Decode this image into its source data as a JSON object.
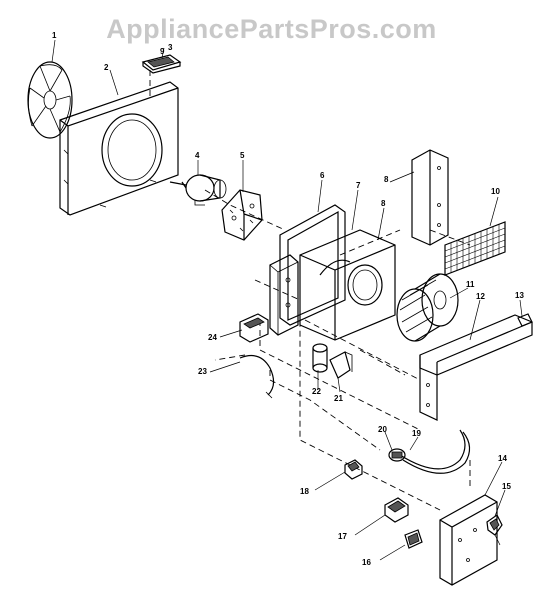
{
  "watermark": "AppliancePartsPros.com",
  "labels": [
    "1",
    "2",
    "3",
    "4",
    "5",
    "6",
    "7",
    "8",
    "9",
    "10",
    "11",
    "12",
    "13",
    "14",
    "15",
    "16",
    "17",
    "18",
    "19",
    "20",
    "21",
    "22",
    "23",
    "24",
    "8"
  ]
}
